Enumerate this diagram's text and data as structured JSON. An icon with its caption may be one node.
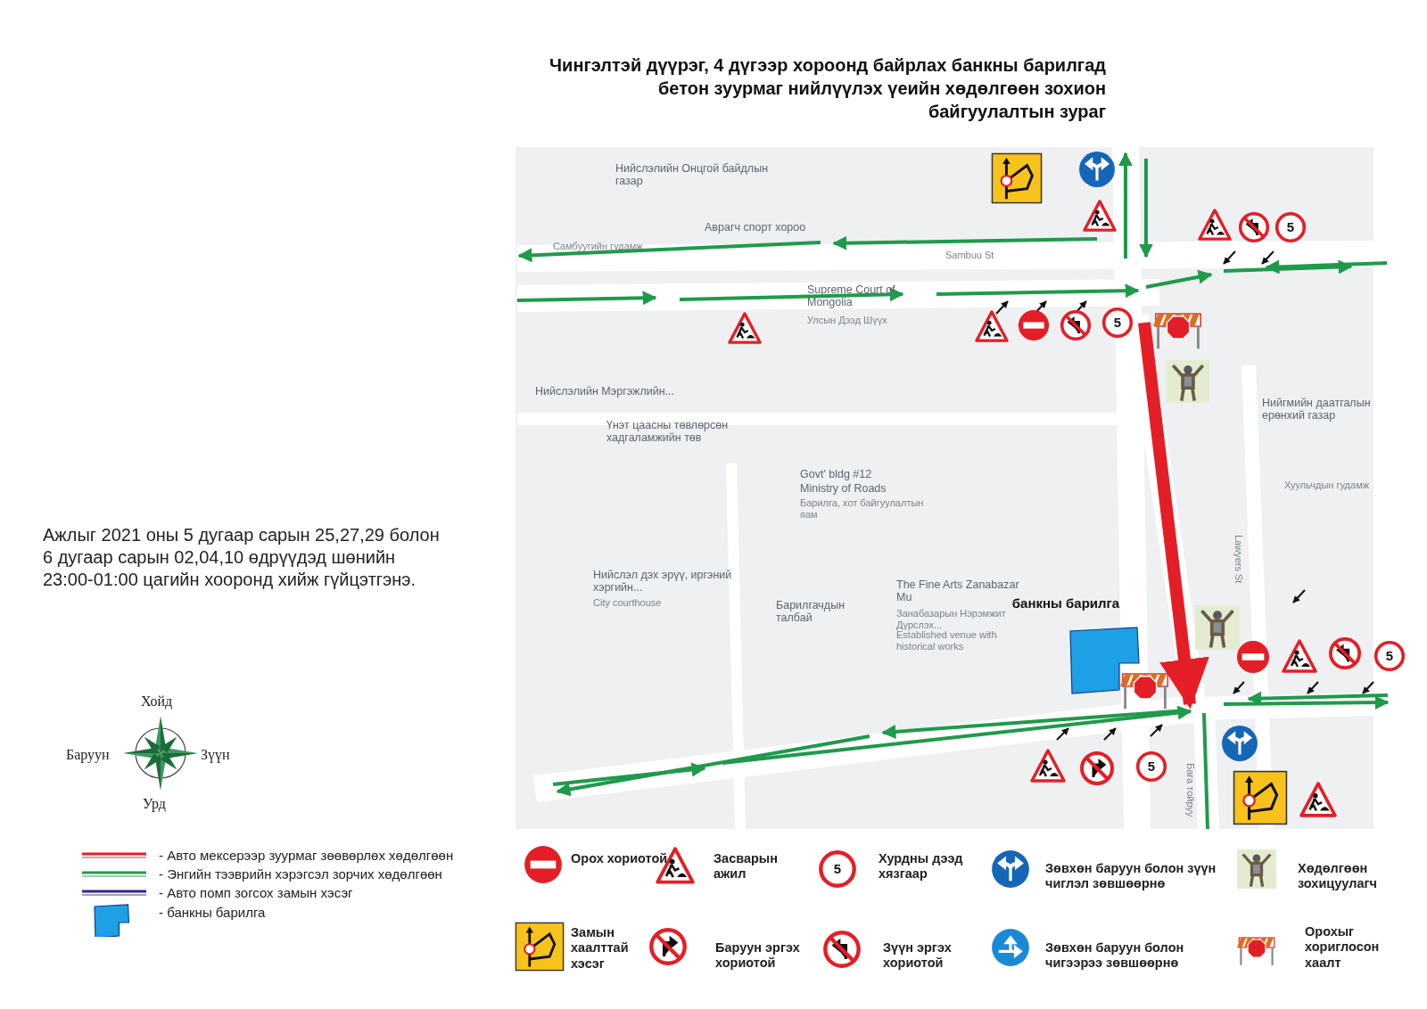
{
  "diagram": {
    "title": "Чингэлтэй дүүрэг, 4 дүгээр хороонд байрлах банкны барилгад бетон зуурмаг нийлүүлэх үеийн хөдөлгөөн зохион байгуулалтын зураг",
    "labels": [
      "Ажлыг 2021 оны 5 дугаар сарын 25,27,29 болон 6 дугаар сарын 02,04,10 өдрүүдэд шөнийн 23:00-01:00 цагийн хооронд хийж гүйцэтгэнэ.",
      "Нийслэлийн Онцгой байдлын газар",
      "Аврагч спорт хороо",
      "Sambuu St",
      "Самбуугийн гудамж",
      "Supreme Court of Mongolia",
      "Улсын Дээд Шүүх",
      "Нийслэлийн Мэргэжлийн...",
      "Үнэт цаасны төвлөрсөн хадгаламжийн төв",
      "Нийгмийн даатгалын ерөнхий газар",
      "Govt' bldg #12",
      "Ministry of Roads",
      "Барилга, хот байгуулалтын яам",
      "Хуульчдын гудамж",
      "Lawyers St",
      "Нийслэл дэх эрүү, иргэний хэргийн...",
      "City courthouse",
      "Барилгачдын талбай",
      "The Fine Arts Zanabazar Mu",
      "Занабазарын Нэрэмжит Дүрслэх...",
      "Established venue with historical works",
      "банкны барилга",
      "Бага тойруу",
      "Хойд",
      "Баруун",
      "Зүүн",
      "Урд",
      "5",
      "5",
      "5",
      "5",
      "5"
    ],
    "legend": [
      {
        "text": "- Авто мексерээр зуурмаг зөөвөрлөх хөдөлгөөн"
      },
      {
        "text": "- Энгийн тээврийн хэрэгсэл зорчих хөдөлгөөн"
      },
      {
        "text": "- Авто помп зогсох замын хэсэг"
      },
      {
        "text": "- банкны барилга"
      },
      {
        "text": "Орох хориотой"
      },
      {
        "text": "Засварын ажил"
      },
      {
        "text": "Хурдны дээд хязгаар"
      },
      {
        "text": "Зөвхөн баруун болон зүүн чиглэл зөвшөөрнө"
      },
      {
        "text": "Хөдөлгөөн зохицуулагч"
      },
      {
        "text": "Замын хаалттай хэсэг"
      },
      {
        "text": "Баруун эргэх хориотой"
      },
      {
        "text": "Зүүн эргэх хориотой"
      },
      {
        "text": "Зөвхөн баруун болон чигээрээ зөвшөөрнө"
      },
      {
        "text": "Орохыг хориглосон хаалт"
      }
    ]
  }
}
